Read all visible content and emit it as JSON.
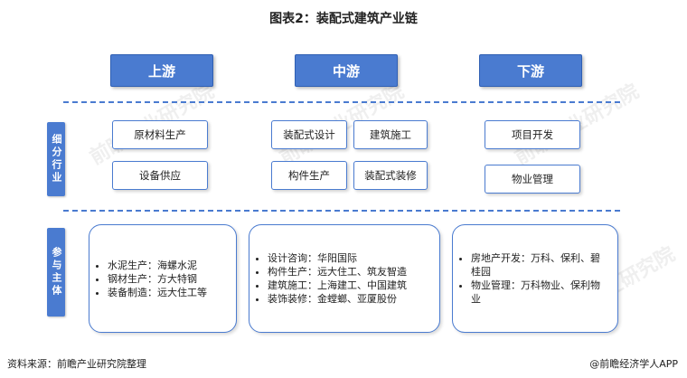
{
  "title": "图表2：装配式建筑产业链",
  "columns": {
    "upstream": "上游",
    "midstream": "中游",
    "downstream": "下游"
  },
  "rows": {
    "segments": "细分行业",
    "participants": "参与主体"
  },
  "segments": {
    "upstream": [
      "原材料生产",
      "设备供应"
    ],
    "midstream": [
      "装配式设计",
      "建筑施工",
      "构件生产",
      "装配式装修"
    ],
    "downstream": [
      "项目开发",
      "物业管理"
    ]
  },
  "participants": {
    "upstream": [
      "水泥生产：海螺水泥",
      "钢材生产：方大特钢",
      "装备制造：远大住工等"
    ],
    "midstream": [
      "设计咨询：华阳国际",
      "构件生产：远大住工、筑友智造",
      "建筑施工：上海建工、中国建筑",
      "装饰装修：金螳螂、亚厦股份"
    ],
    "downstream": [
      "房地产开发：万科、保利、碧桂园",
      "物业管理：万科物业、保利物业"
    ]
  },
  "watermark": "前瞻产业研究院",
  "footer": {
    "source": "资料来源：前瞻产业研究院整理",
    "brand": "@前瞻经济学人APP"
  },
  "colors": {
    "accent": "#4a7bd0"
  }
}
